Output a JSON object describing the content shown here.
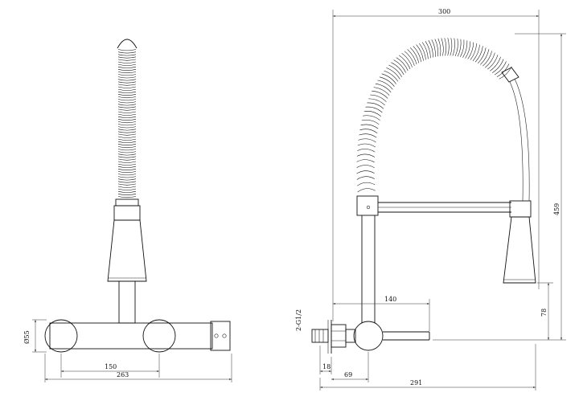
{
  "dimensions": {
    "front_diameter": "Ø55",
    "front_centers": "150",
    "front_width": "263",
    "side_total_width": "300",
    "side_height": "459",
    "side_spout_reach": "140",
    "side_outlet_height": "78",
    "side_thread": "2-G1/2",
    "side_wall_offset": "18",
    "side_body_offset": "69",
    "side_projection": "291"
  },
  "colors": {
    "line": "#111111",
    "background": "#ffffff"
  }
}
